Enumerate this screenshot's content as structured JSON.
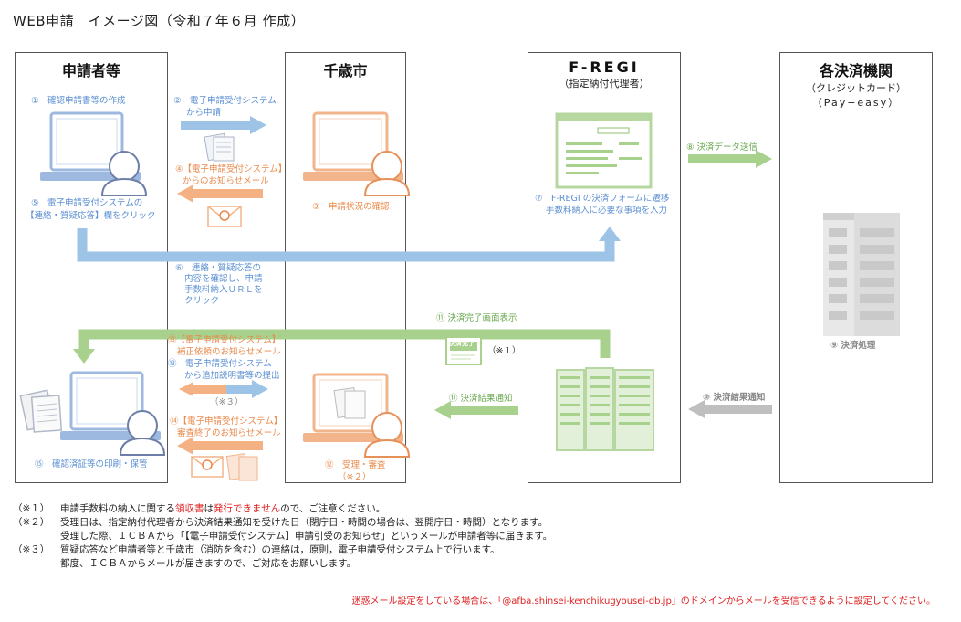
{
  "title": "WEB申請　イメージ図（令和７年６月 作成）",
  "columns": {
    "applicant": {
      "name": "申請者等"
    },
    "city": {
      "name": "千歳市"
    },
    "fregi": {
      "name": "F-REGI",
      "sub": "（指定納付代理者）"
    },
    "bank": {
      "name": "各決済機関",
      "sub1": "（クレジットカード）",
      "sub2": "（Pay−easy）"
    }
  },
  "steps": {
    "s1": "①　確認申請書等の作成",
    "s2a": "②　電子申請受付システム",
    "s2b": "から申請",
    "s3": "③　申請状況の確認",
    "s4a": "④【電子申請受付システム】",
    "s4b": "からのお知らせメール",
    "s5a": "⑤　電子申請受付システムの",
    "s5b": "【連絡・質疑応答】欄をクリック",
    "s6a": "⑥　連絡・質疑応答の",
    "s6b": "内容を確認し、申請",
    "s6c": "手数料納入ＵＲＬを",
    "s6d": "クリック",
    "s7a": "⑦　F-REGI の決済フォームに遷移",
    "s7b": "手数料納入に必要な事項を入力",
    "s8": "⑧ 決済データ送信",
    "s9": "⑨ 決済処理",
    "s10": "⑩ 決済結果通知",
    "s11a": "⑪ 決済完了画面表示",
    "s11b": "⑪ 決済結果通知",
    "s11c": "（※１）",
    "s11stamp": "決済完了",
    "s12a": "⑫　受理・審査",
    "s12b": "（※２）",
    "s13a": "⑬【電子申請受付システム】",
    "s13b": "補正依頼のお知らせメール",
    "s13c": "⑬　電子申請受付システム",
    "s13d": "から追加説明書等の提出",
    "s13e": "（※３）",
    "s14a": "⑭【電子申請受付システム】",
    "s14b": "審査終了のお知らせメール",
    "s15": "⑮　確認済証等の印刷・保管"
  },
  "notes": {
    "n1_mark": "（※１）",
    "n1_a": "申請手数料の納入に関する",
    "n1_red1": "領収書",
    "n1_b": "は",
    "n1_red2": "発行できません",
    "n1_c": "ので、ご注意ください。",
    "n2_mark": "（※２）",
    "n2_line1": "受理日は、指定納付代理者から決済結果通知を受けた日（閉庁日・時間の場合は、翌開庁日・時間）となります。",
    "n2_line2": "受理した際、ＩＣＢＡから「【電子申請受付システム】申請引受のお知らせ」というメールが申請者等に届きます。",
    "n3_mark": "（※３）",
    "n3_line1": "質疑応答など申請者等と千歳市（消防を含む）の連絡は，原則，電子申請受付システム上で行います。",
    "n3_line2": "都度、ＩＣＢＡからメールが届きますので、ご対応をお願いします。",
    "warning": "迷惑メール設定をしている場合は、「@afba.shinsei-kenchikugyousei-db.jp」のドメインからメールを受信できるように設定してください。"
  },
  "colors": {
    "blue": "#5b8fd2",
    "blue_arrow": "#9dc3e6",
    "orange": "#e9894a",
    "orange_arrow": "#f4b183",
    "green": "#6aa84f",
    "green_arrow": "#a9d18e",
    "gray_arrow": "#bfbfbf",
    "red": "#e02020"
  },
  "icons": {
    "pc_user": "laptop-with-user-icon",
    "document": "document-icon",
    "mail": "mail-icon",
    "server": "server-icon",
    "building": "building-icon",
    "browser": "browser-form-icon"
  }
}
